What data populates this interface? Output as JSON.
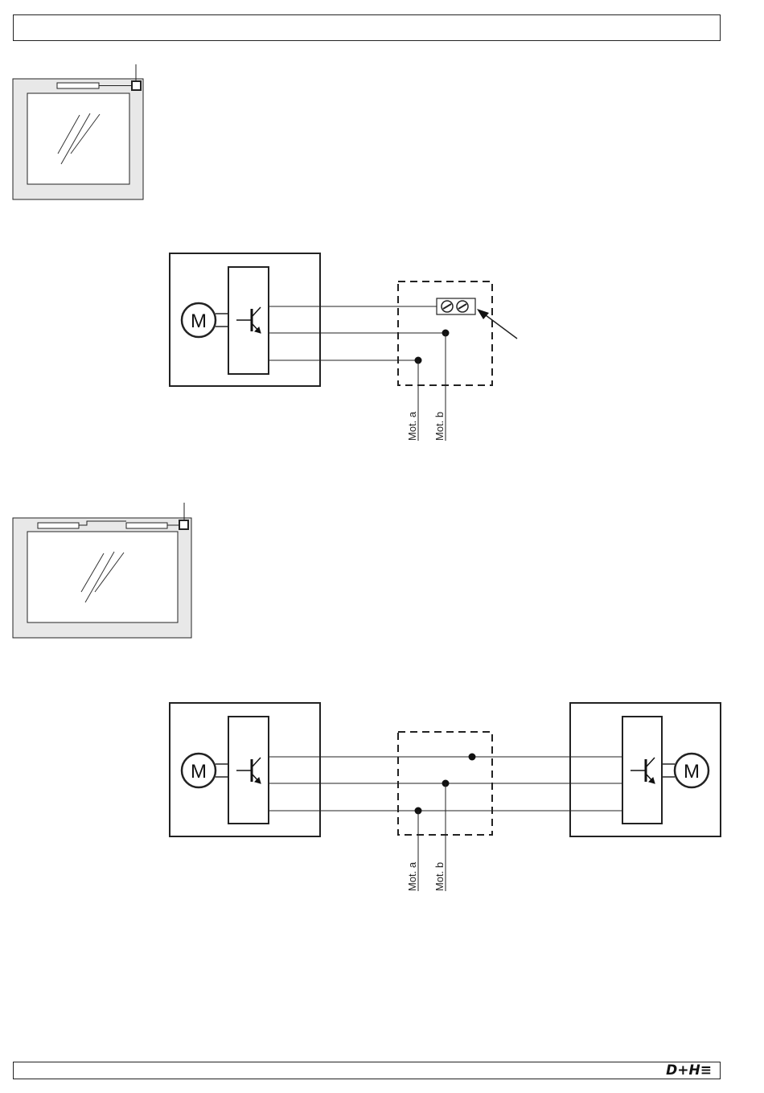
{
  "header": {
    "text": ""
  },
  "footer": {
    "logo": "D+H≡"
  },
  "diagram1": {
    "motor_label": "M",
    "wire_labels": [
      "Mot. a",
      "Mot. b"
    ]
  },
  "diagram2": {
    "motor_left_label": "M",
    "motor_right_label": "M",
    "wire_labels": [
      "Mot. a",
      "Mot. b"
    ]
  }
}
